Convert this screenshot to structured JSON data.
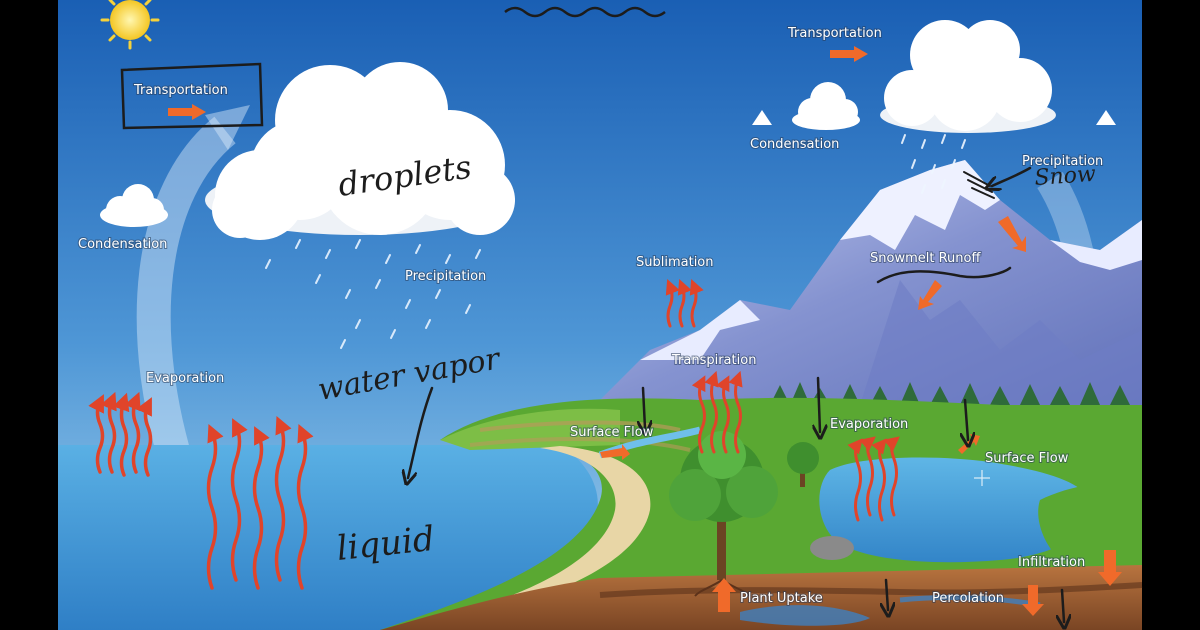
{
  "diagram": {
    "labels": {
      "transportation_left": "Transportation",
      "transportation_right": "Transportation",
      "condensation_left": "Condensation",
      "condensation_right": "Condensation",
      "precipitation_left": "Precipitation",
      "precipitation_right": "Precipitation",
      "evaporation_ocean": "Evaporation",
      "evaporation_lake": "Evaporation",
      "sublimation": "Sublimation",
      "transpiration": "Transpiration",
      "snowmelt_runoff": "Snowmelt Runoff",
      "surface_flow_left": "Surface Flow",
      "surface_flow_right": "Surface Flow",
      "infiltration": "Infiltration",
      "plant_uptake": "Plant Uptake",
      "percolation": "Percolation"
    },
    "handwritten": {
      "droplets": "droplets",
      "water_vapor": "water vapor",
      "liquid": "liquid",
      "snow": "Snow"
    },
    "colors": {
      "sky_top": "#1a5fb4",
      "sky_bottom": "#8fc6e8",
      "ocean": "#4fa8de",
      "sand": "#e8d6a6",
      "grass": "#5aa832",
      "mountain": "#8a9ad6",
      "snow": "#f2f4ff",
      "soil": "#a0623a",
      "arrow_red": "#e0442a",
      "arrow_orange": "#f06a2a",
      "ink": "#1c1c1c"
    }
  }
}
